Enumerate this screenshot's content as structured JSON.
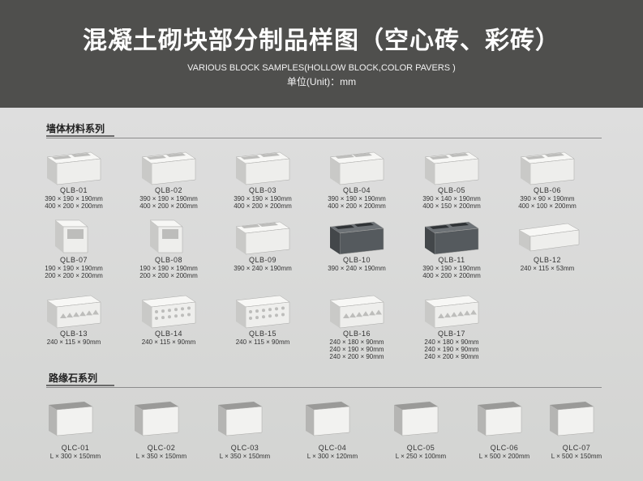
{
  "header": {
    "title": "混凝土砌块部分制品样图（空心砖、彩砖）",
    "subtitle": "VARIOUS BLOCK SAMPLES(HOLLOW BLOCK,COLOR PAVERS )",
    "unit": "单位(Unit)：mm"
  },
  "sections": {
    "wall": "墙体材料系列",
    "curb": "路缘石系列"
  },
  "blocks": [
    {
      "code": "QLB-01",
      "dims": [
        "390 × 190 × 190mm",
        "400 × 200 × 200mm"
      ],
      "icon": "hollow-block-2-cell-icon"
    },
    {
      "code": "QLB-02",
      "dims": [
        "390 × 190 × 190mm",
        "400 × 200 × 200mm"
      ],
      "icon": "hollow-block-2-cell-icon"
    },
    {
      "code": "QLB-03",
      "dims": [
        "390 × 190 × 190mm",
        "400 × 200 × 200mm"
      ],
      "icon": "hollow-block-2-cell-icon"
    },
    {
      "code": "QLB-04",
      "dims": [
        "390 × 190 × 190mm",
        "400 × 200 × 200mm"
      ],
      "icon": "hollow-block-multi-cell-icon"
    },
    {
      "code": "QLB-05",
      "dims": [
        "390 × 140 × 190mm",
        "400 × 150 × 200mm"
      ],
      "icon": "hollow-block-2-cell-icon"
    },
    {
      "code": "QLB-06",
      "dims": [
        "390 × 90 × 190mm",
        "400 × 100 × 200mm"
      ],
      "icon": "hollow-block-slim-icon"
    },
    {
      "code": "QLB-07",
      "dims": [
        "190 × 190 × 190mm",
        "200 × 200 × 200mm"
      ],
      "icon": "half-block-icon"
    },
    {
      "code": "QLB-08",
      "dims": [
        "190 × 190 × 190mm",
        "200 × 200 × 200mm"
      ],
      "icon": "half-block-icon"
    },
    {
      "code": "QLB-09",
      "dims": [
        "390 × 240 × 190mm"
      ],
      "icon": "hollow-block-multi-cell-icon"
    },
    {
      "code": "QLB-10",
      "dims": [
        "390 × 240 × 190mm"
      ],
      "icon": "dark-hollow-block-icon"
    },
    {
      "code": "QLB-11",
      "dims": [
        "390 × 190 × 190mm",
        "400 × 200 × 200mm"
      ],
      "icon": "dark-hollow-block-icon"
    },
    {
      "code": "QLB-12",
      "dims": [
        "240 × 115 × 53mm"
      ],
      "icon": "solid-brick-icon"
    },
    {
      "code": "QLB-13",
      "dims": [
        "240 × 115 × 90mm"
      ],
      "icon": "triangle-hole-brick-icon"
    },
    {
      "code": "QLB-14",
      "dims": [
        "240 × 115 × 90mm"
      ],
      "icon": "round-hole-brick-icon"
    },
    {
      "code": "QLB-15",
      "dims": [
        "240 × 115 × 90mm"
      ],
      "icon": "round-hole-brick-icon"
    },
    {
      "code": "QLB-16",
      "dims": [
        "240 × 180 × 90mm",
        "240 × 190 × 90mm",
        "240 × 200 × 90mm"
      ],
      "icon": "triangle-hole-block-icon"
    },
    {
      "code": "QLB-17",
      "dims": [
        "240 × 180 × 90mm",
        "240 × 190 × 90mm",
        "240 × 200 × 90mm"
      ],
      "icon": "triangle-hole-block-icon"
    }
  ],
  "curbs": [
    {
      "code": "QLC-01",
      "dims": [
        "L × 300 × 150mm"
      ],
      "icon": "curb-stone-icon"
    },
    {
      "code": "QLC-02",
      "dims": [
        "L × 350 × 150mm"
      ],
      "icon": "curb-stone-icon"
    },
    {
      "code": "QLC-03",
      "dims": [
        "L × 350 × 150mm"
      ],
      "icon": "curb-stone-icon"
    },
    {
      "code": "QLC-04",
      "dims": [
        "L × 300 × 120mm"
      ],
      "icon": "curb-stone-icon"
    },
    {
      "code": "QLC-05",
      "dims": [
        "L × 250 × 100mm"
      ],
      "icon": "curb-stone-icon"
    },
    {
      "code": "QLC-06",
      "dims": [
        "L × 500 × 200mm"
      ],
      "icon": "curb-stone-icon"
    },
    {
      "code": "QLC-07",
      "dims": [
        "L × 500 × 150mm"
      ],
      "icon": "curb-stone-icon"
    }
  ],
  "colors": {
    "header_bg": "#4f4f4d",
    "block_light": "#eeeeec",
    "block_dark": "#555a5e"
  }
}
